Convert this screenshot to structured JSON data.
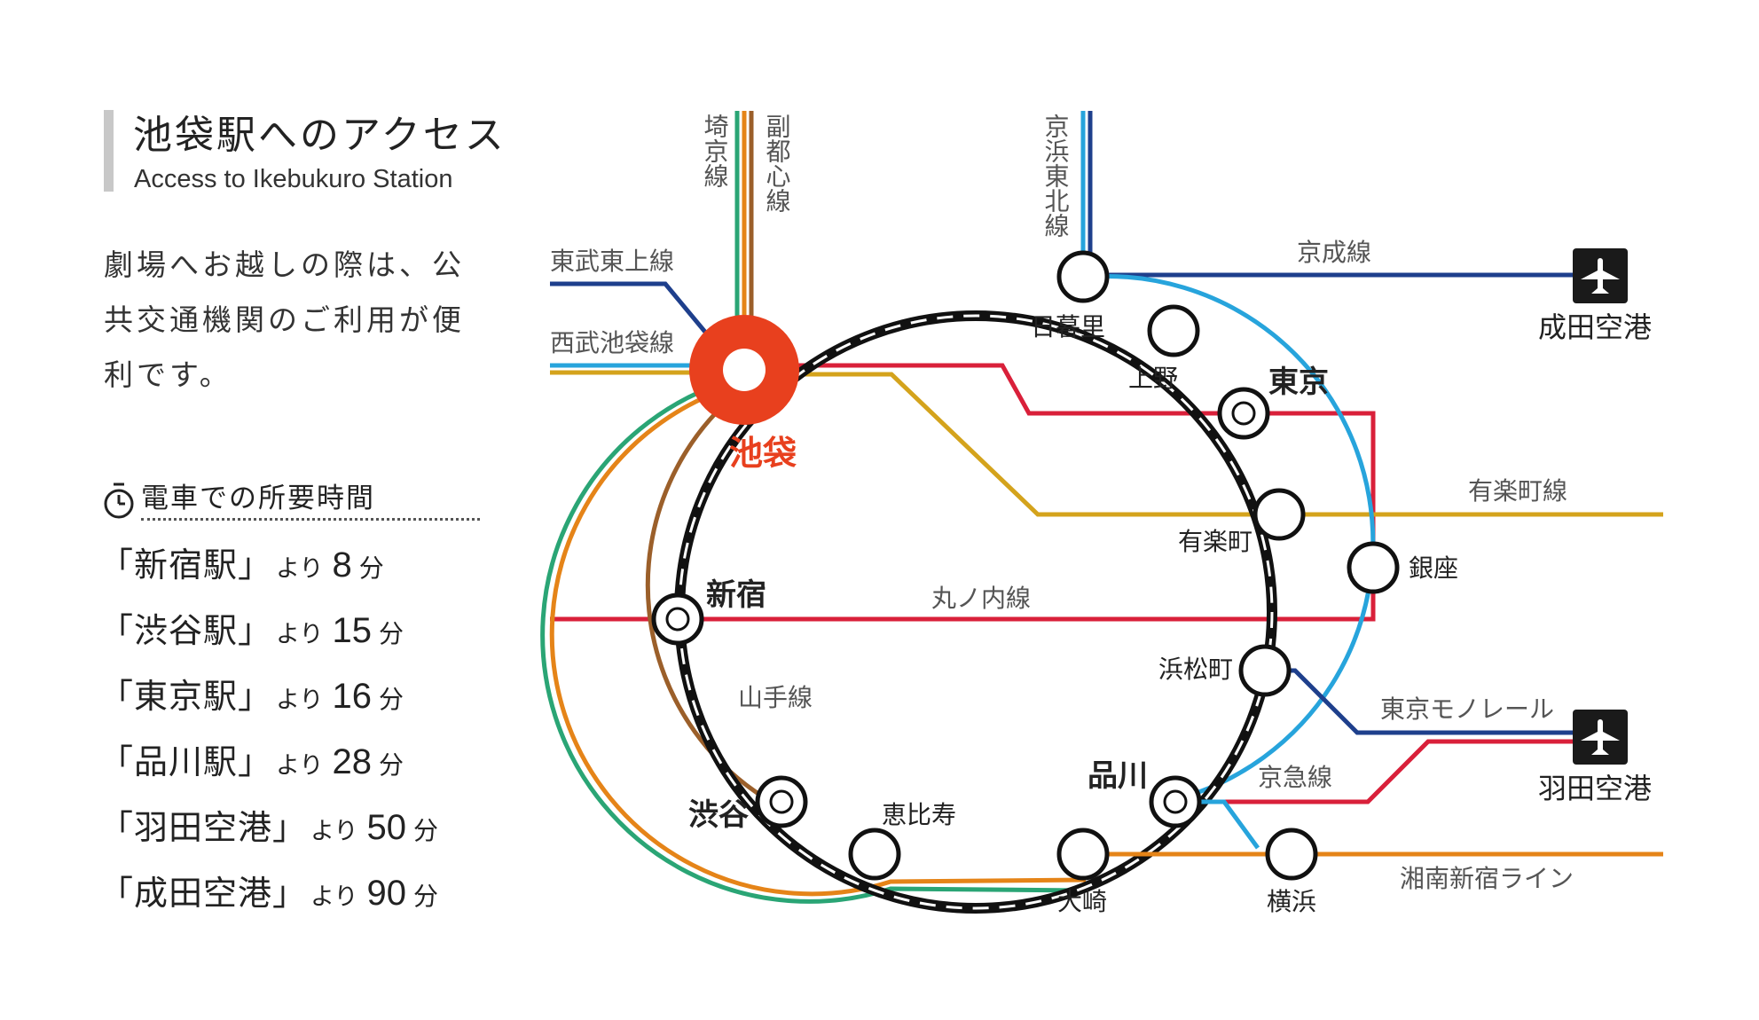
{
  "header": {
    "title_jp": "池袋駅へのアクセス",
    "title_en": "Access to Ikebukuro Station"
  },
  "intro": {
    "lines": [
      "劇場へお越しの際は、公",
      "共交通機関のご利用が便",
      "利です。"
    ]
  },
  "travel_times": {
    "heading": "電車での所要時間",
    "clock_icon": "clock-icon",
    "rows": [
      {
        "place": "「新宿駅」",
        "yori": "より",
        "minutes": "8",
        "unit": "分"
      },
      {
        "place": "「渋谷駅」",
        "yori": "より",
        "minutes": "15",
        "unit": "分"
      },
      {
        "place": "「東京駅」",
        "yori": "より",
        "minutes": "16",
        "unit": "分"
      },
      {
        "place": "「品川駅」",
        "yori": "より",
        "minutes": "28",
        "unit": "分"
      },
      {
        "place": "「羽田空港」",
        "yori": "より",
        "minutes": "50",
        "unit": "分"
      },
      {
        "place": "「成田空港」",
        "yori": "より",
        "minutes": "90",
        "unit": "分"
      }
    ]
  },
  "map": {
    "stations": {
      "ikebukuro": "池袋",
      "nippori": "日暮里",
      "ueno": "上野",
      "tokyo": "東京",
      "yurakucho": "有楽町",
      "ginza": "銀座",
      "shinjuku": "新宿",
      "hamamatsucho": "浜松町",
      "shinagawa": "品川",
      "shibuya": "渋谷",
      "ebisu": "恵比寿",
      "osaki": "大崎",
      "yokohama": "横浜"
    },
    "lines": {
      "saikyo": "埼京線",
      "fukutoshin": "副都心線",
      "keihin_tohoku": "京浜東北線",
      "tobu_tojo": "東武東上線",
      "seibu_ikebukuro": "西武池袋線",
      "keisei": "京成線",
      "yurakucho": "有楽町線",
      "marunouchi": "丸ノ内線",
      "yamanote": "山手線",
      "tokyo_monorail": "東京モノレール",
      "keikyu": "京急線",
      "shonan_shinjuku": "湘南新宿ライン"
    },
    "airports": {
      "narita": "成田空港",
      "haneda": "羽田空港",
      "icon": "airplane-icon"
    },
    "colors": {
      "highlight": "#e8401e",
      "marunouchi": "#d9203a",
      "yurakucho": "#d4a31c",
      "navy": "#1e3f8c",
      "keihin": "#27a4dc",
      "saikyo": "#2aa575",
      "shonan": "#e58418",
      "fukutoshin": "#9b5f2a",
      "yamanote": "#111111",
      "airport_box": "#1a1a1a"
    }
  }
}
